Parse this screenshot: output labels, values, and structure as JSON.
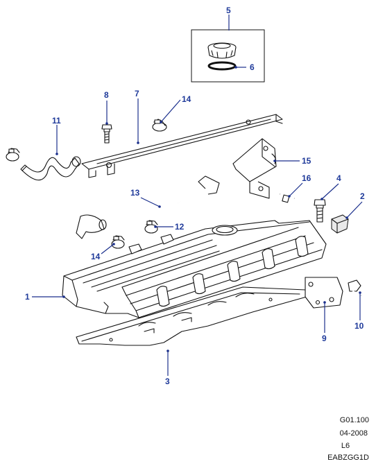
{
  "callouts": [
    "1",
    "2",
    "3",
    "4",
    "5",
    "6",
    "7",
    "8",
    "9",
    "10",
    "11",
    "12",
    "13",
    "14",
    "14",
    "15",
    "16"
  ],
  "footer": {
    "ref": "G01.100",
    "date": "04-2008",
    "model": "L6",
    "code": "EABZGG1D"
  },
  "colors": {
    "callout": "#1f3a9a",
    "line": "#111111"
  }
}
